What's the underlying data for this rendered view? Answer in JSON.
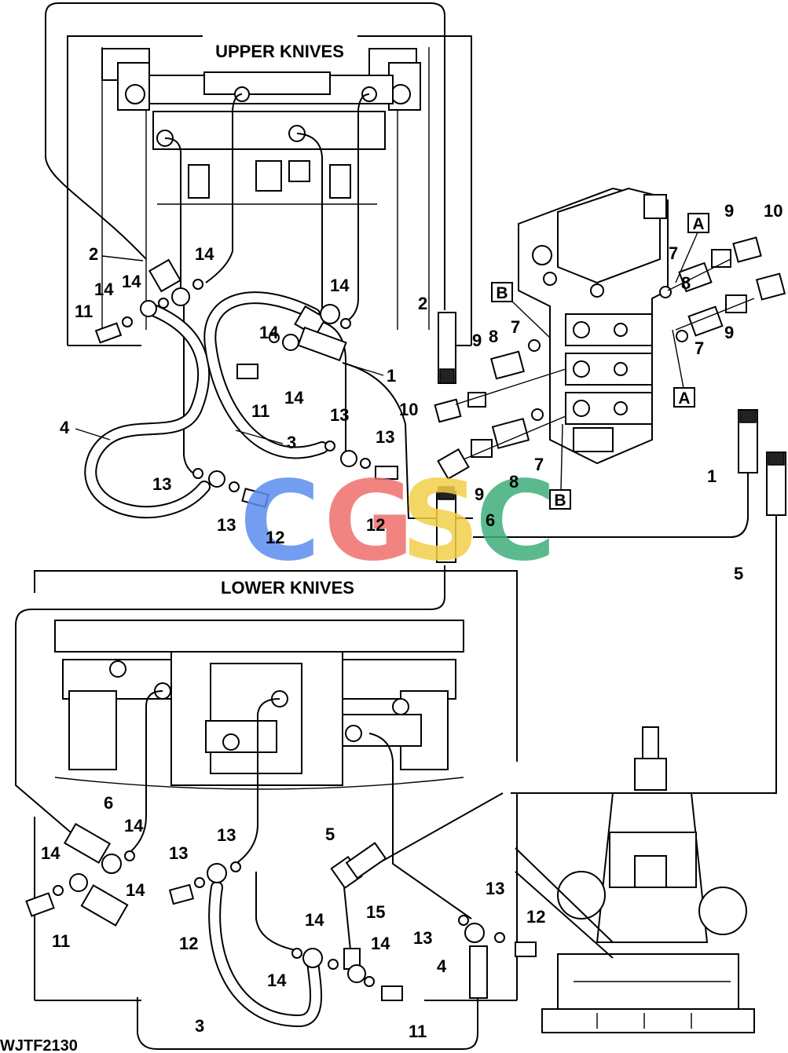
{
  "sections": {
    "upper_title": "UPPER KNIVES",
    "lower_title": "LOWER KNIVES"
  },
  "figure_code": "WJTF2130",
  "refs": {
    "a": "A",
    "b": "B"
  },
  "watermark": {
    "letters": [
      "C",
      "G",
      "S",
      "C"
    ],
    "colors": [
      "#5b8def",
      "#ef6f6c",
      "#f2cf4a",
      "#3fae7a"
    ]
  },
  "callouts": {
    "upper_2": "2",
    "upper_14_a": "14",
    "upper_14_b": "14",
    "upper_14_c": "14",
    "upper_14_d": "14",
    "upper_14_e": "14",
    "upper_14_f": "14",
    "upper_11_a": "11",
    "upper_11_b": "11",
    "upper_1": "1",
    "upper_4": "4",
    "upper_3": "3",
    "upper_13_a": "13",
    "upper_13_b": "13",
    "upper_13_c": "13",
    "upper_13_d": "13",
    "upper_12_a": "12",
    "upper_12_b": "12",
    "valve_2": "2",
    "valve_10_left": "10",
    "valve_7_a": "7",
    "valve_8_a": "8",
    "valve_9_a": "9",
    "valve_7_b": "7",
    "valve_8_b": "8",
    "valve_9_b": "9",
    "valve_6": "6",
    "valve_9_top": "9",
    "valve_10_top": "10",
    "valve_7_top": "7",
    "valve_8_top": "8",
    "valve_9_right": "9",
    "valve_7_right": "7",
    "valve_1_right": "1",
    "valve_5_right": "5",
    "lower_6": "6",
    "lower_14_a": "14",
    "lower_14_b": "14",
    "lower_14_c": "14",
    "lower_11_a": "11",
    "lower_13_a": "13",
    "lower_13_b": "13",
    "lower_12_a": "12",
    "lower_5": "5",
    "lower_15": "15",
    "lower_14_d": "14",
    "lower_14_e": "14",
    "lower_14_f": "14",
    "lower_3": "3",
    "lower_11_b": "11",
    "lower_13_c": "13",
    "lower_13_d": "13",
    "lower_12_b": "12",
    "lower_4": "4"
  }
}
